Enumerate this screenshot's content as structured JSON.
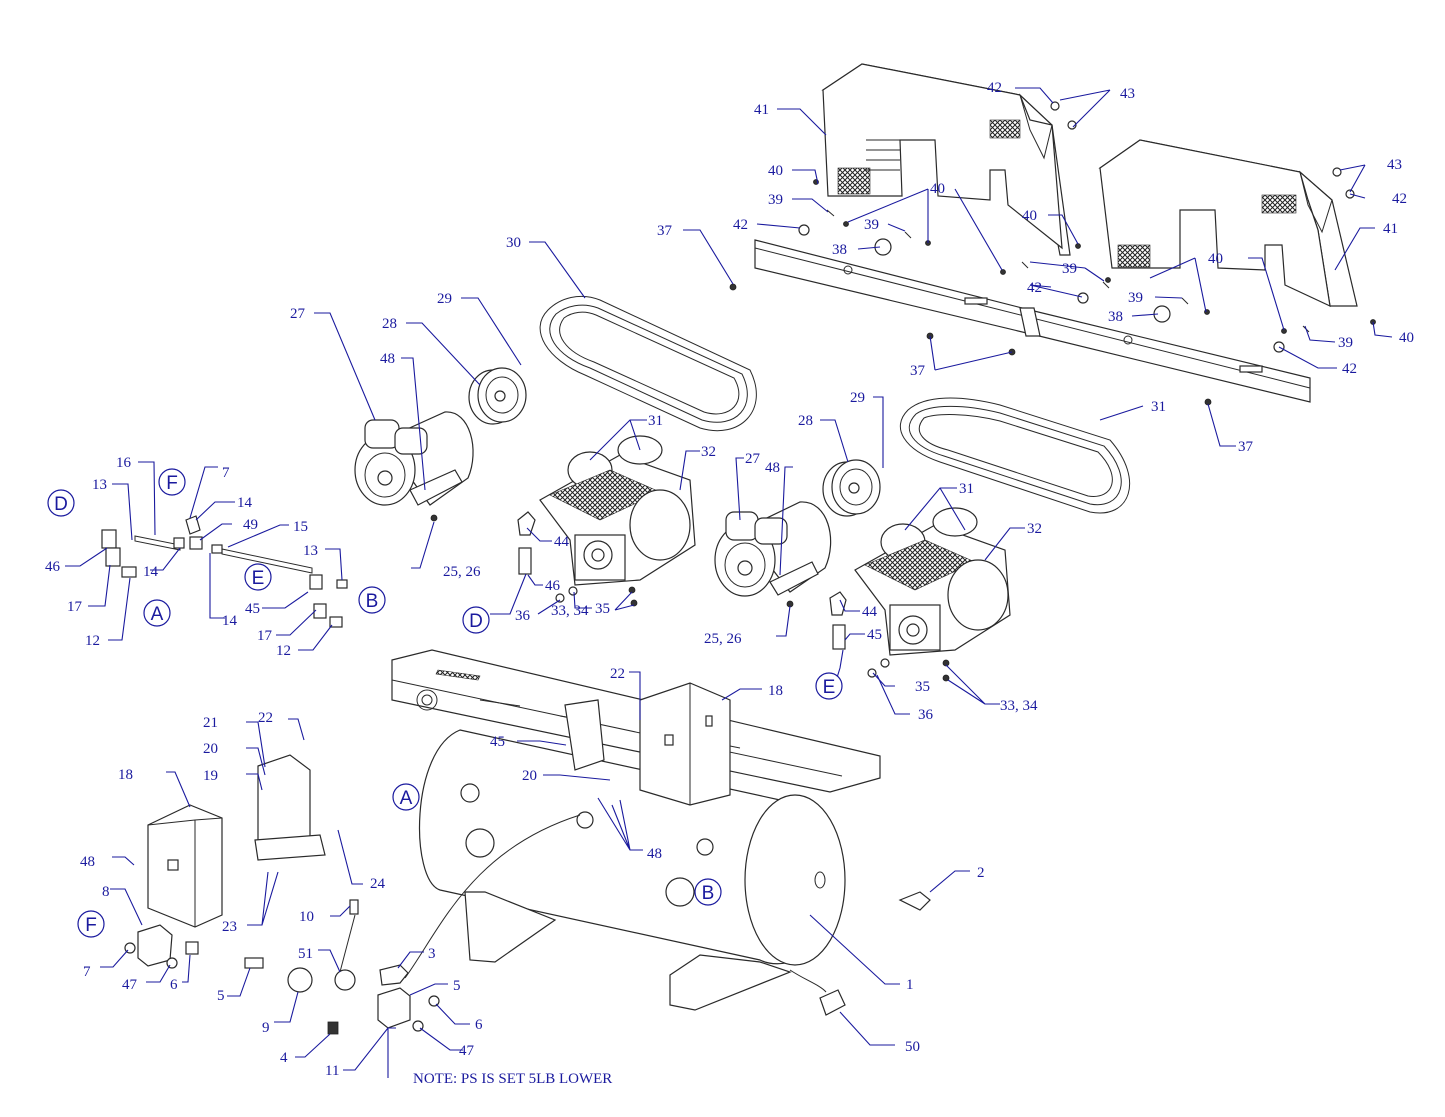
{
  "note": "NOTE: PS IS SET 5LB LOWER",
  "labels": [
    {
      "id": "l42a",
      "t": "42"
    },
    {
      "id": "l43a",
      "t": "43"
    },
    {
      "id": "l41a",
      "t": "41"
    },
    {
      "id": "l40a",
      "t": "40"
    },
    {
      "id": "l39a",
      "t": "39"
    },
    {
      "id": "l40b",
      "t": "40"
    },
    {
      "id": "l40c",
      "t": "40"
    },
    {
      "id": "l42b",
      "t": "42"
    },
    {
      "id": "l39b",
      "t": "39"
    },
    {
      "id": "l37a",
      "t": "37"
    },
    {
      "id": "l38a",
      "t": "38"
    },
    {
      "id": "l30",
      "t": "30"
    },
    {
      "id": "l39c",
      "t": "39"
    },
    {
      "id": "l42c",
      "t": "42"
    },
    {
      "id": "l39d",
      "t": "39"
    },
    {
      "id": "l40d",
      "t": "40"
    },
    {
      "id": "l38b",
      "t": "38"
    },
    {
      "id": "l37b",
      "t": "37"
    },
    {
      "id": "l43b",
      "t": "43"
    },
    {
      "id": "l42d",
      "t": "42"
    },
    {
      "id": "l41b",
      "t": "41"
    },
    {
      "id": "l39e",
      "t": "39"
    },
    {
      "id": "l40e",
      "t": "40"
    },
    {
      "id": "l42e",
      "t": "42"
    },
    {
      "id": "l37c",
      "t": "37"
    },
    {
      "id": "l29a",
      "t": "29"
    },
    {
      "id": "l28a",
      "t": "28"
    },
    {
      "id": "l27a",
      "t": "27"
    },
    {
      "id": "l48a",
      "t": "48"
    },
    {
      "id": "l31a",
      "t": "31"
    },
    {
      "id": "l32a",
      "t": "32"
    },
    {
      "id": "l29b",
      "t": "29"
    },
    {
      "id": "l31b",
      "t": "31"
    },
    {
      "id": "l28b",
      "t": "28"
    },
    {
      "id": "l27b",
      "t": "27"
    },
    {
      "id": "l48b",
      "t": "48"
    },
    {
      "id": "l31c",
      "t": "31"
    },
    {
      "id": "l32b",
      "t": "32"
    },
    {
      "id": "l44a",
      "t": "44"
    },
    {
      "id": "l46a",
      "t": "46"
    },
    {
      "id": "l35a",
      "t": "35"
    },
    {
      "id": "l36a",
      "t": "36"
    },
    {
      "id": "l3334a",
      "t": "33, 34"
    },
    {
      "id": "l2526a",
      "t": "25, 26"
    },
    {
      "id": "l2526b",
      "t": "25, 26"
    },
    {
      "id": "l44b",
      "t": "44"
    },
    {
      "id": "l45a",
      "t": "45"
    },
    {
      "id": "l35b",
      "t": "35"
    },
    {
      "id": "l36b",
      "t": "36"
    },
    {
      "id": "l3334b",
      "t": "33, 34"
    },
    {
      "id": "l16",
      "t": "16"
    },
    {
      "id": "l13a",
      "t": "13"
    },
    {
      "id": "l7a",
      "t": "7"
    },
    {
      "id": "l14a",
      "t": "14"
    },
    {
      "id": "l49",
      "t": "49"
    },
    {
      "id": "l15",
      "t": "15"
    },
    {
      "id": "l46b",
      "t": "46"
    },
    {
      "id": "l14b",
      "t": "14"
    },
    {
      "id": "l13b",
      "t": "13"
    },
    {
      "id": "l17a",
      "t": "17"
    },
    {
      "id": "l12a",
      "t": "12"
    },
    {
      "id": "l45b",
      "t": "45"
    },
    {
      "id": "l14c",
      "t": "14"
    },
    {
      "id": "l17b",
      "t": "17"
    },
    {
      "id": "l12b",
      "t": "12"
    },
    {
      "id": "l22a",
      "t": "22"
    },
    {
      "id": "l18a",
      "t": "18"
    },
    {
      "id": "l45c",
      "t": "45"
    },
    {
      "id": "l20a",
      "t": "20"
    },
    {
      "id": "l48c",
      "t": "48"
    },
    {
      "id": "l21",
      "t": "21"
    },
    {
      "id": "l22b",
      "t": "22"
    },
    {
      "id": "l20b",
      "t": "20"
    },
    {
      "id": "l19",
      "t": "19"
    },
    {
      "id": "l18b",
      "t": "18"
    },
    {
      "id": "l48d",
      "t": "48"
    },
    {
      "id": "l8",
      "t": "8"
    },
    {
      "id": "l24",
      "t": "24"
    },
    {
      "id": "l23",
      "t": "23"
    },
    {
      "id": "l10",
      "t": "10"
    },
    {
      "id": "l2",
      "t": "2"
    },
    {
      "id": "l7b",
      "t": "7"
    },
    {
      "id": "l47a",
      "t": "47"
    },
    {
      "id": "l6a",
      "t": "6"
    },
    {
      "id": "l51",
      "t": "51"
    },
    {
      "id": "l3",
      "t": "3"
    },
    {
      "id": "l5a",
      "t": "5"
    },
    {
      "id": "l5b",
      "t": "5"
    },
    {
      "id": "l9",
      "t": "9"
    },
    {
      "id": "l6b",
      "t": "6"
    },
    {
      "id": "l1",
      "t": "1"
    },
    {
      "id": "l4",
      "t": "4"
    },
    {
      "id": "l47b",
      "t": "47"
    },
    {
      "id": "l11",
      "t": "11"
    },
    {
      "id": "l50",
      "t": "50"
    }
  ],
  "callouts": [
    {
      "id": "cD1",
      "t": "D"
    },
    {
      "id": "cF1",
      "t": "F"
    },
    {
      "id": "cA1",
      "t": "A"
    },
    {
      "id": "cE1",
      "t": "E"
    },
    {
      "id": "cB1",
      "t": "B"
    },
    {
      "id": "cD2",
      "t": "D"
    },
    {
      "id": "cE2",
      "t": "E"
    },
    {
      "id": "cA2",
      "t": "A"
    },
    {
      "id": "cB2",
      "t": "B"
    },
    {
      "id": "cF2",
      "t": "F"
    }
  ]
}
